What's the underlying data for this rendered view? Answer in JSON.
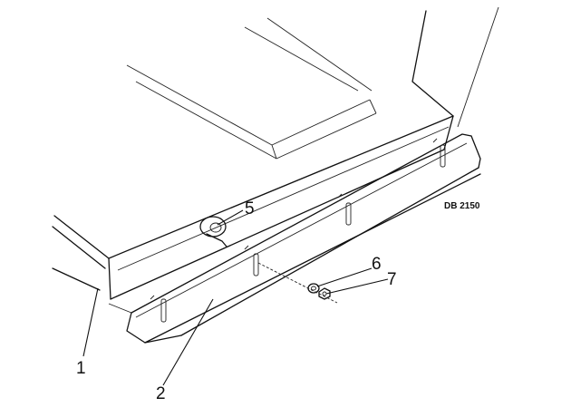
{
  "figure": {
    "reference_code": "DB 2150",
    "callouts": [
      {
        "id": "1",
        "label": "1"
      },
      {
        "id": "2",
        "label": "2"
      },
      {
        "id": "5",
        "label": "5"
      },
      {
        "id": "6",
        "label": "6"
      },
      {
        "id": "7",
        "label": "7"
      }
    ]
  }
}
